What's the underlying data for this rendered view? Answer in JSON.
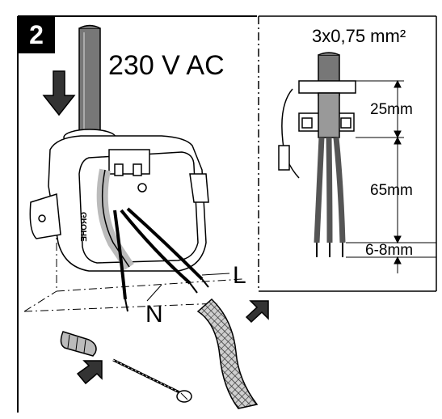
{
  "step_number": "2",
  "voltage_label": "230 V AC",
  "cable_spec": "3x0,75 mm²",
  "dimensions": {
    "top": "25mm",
    "middle": "65mm",
    "bottom": "6-8mm"
  },
  "wire_labels": {
    "live": "L",
    "neutral": "N"
  },
  "box_brand": "GROHE",
  "colors": {
    "line": "#000000",
    "wire_fill": "#555555",
    "sheath_fill": "#bdbdbd",
    "badge_bg": "#000000"
  }
}
